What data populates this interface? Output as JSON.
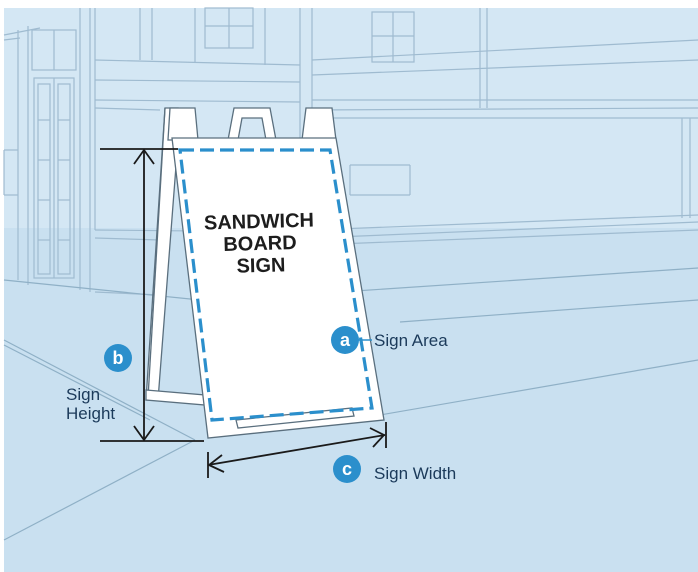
{
  "sign": {
    "text_lines": [
      "SANDWICH",
      "BOARD",
      "SIGN"
    ]
  },
  "callouts": {
    "a": {
      "letter": "a",
      "label": "Sign Area"
    },
    "b": {
      "letter": "b",
      "label_line1": "Sign",
      "label_line2": "Height"
    },
    "c": {
      "letter": "c",
      "label": "Sign Width"
    }
  },
  "colors": {
    "background": "#c9e0f0",
    "line": "#95b3c8",
    "accent": "#2b8fcc",
    "dimension": "#1a1a1a",
    "label_text": "#1b3a5a"
  }
}
